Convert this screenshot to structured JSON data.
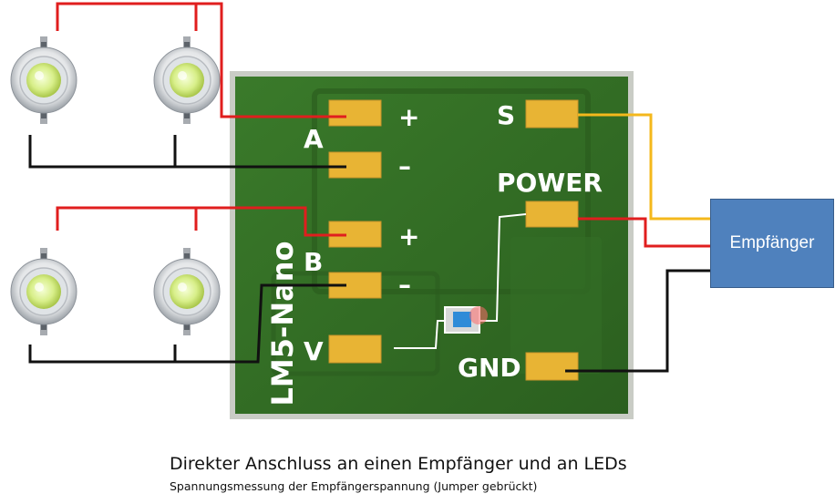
{
  "board": {
    "name": "LM5-Nano",
    "pins": {
      "a": "A",
      "b": "B",
      "v": "V",
      "plus": "+",
      "minus": "–",
      "s": "S",
      "power": "POWER",
      "gnd": "GND"
    }
  },
  "receiver": {
    "label": "Empfänger"
  },
  "caption": {
    "title": "Direkter Anschluss an einen Empfänger und an LEDs",
    "subtitle": "Spannungsmessung der Empfängerspannung (Jumper gebrückt)"
  },
  "colors": {
    "pcb_green": "#2f6b22",
    "pad_gold": "#e8b434",
    "wire_red": "#e01e1e",
    "wire_black": "#111111",
    "wire_yellow": "#f4b81c",
    "receiver_blue": "#4f81bd"
  }
}
